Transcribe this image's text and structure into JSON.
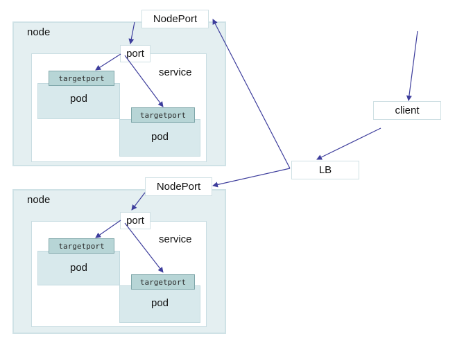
{
  "nodes": [
    {
      "label": "node",
      "nodeport": "NodePort",
      "port": "port",
      "service": "service",
      "pods": [
        {
          "targetport": "targetport",
          "label": "pod"
        },
        {
          "targetport": "targetport",
          "label": "pod"
        }
      ]
    },
    {
      "label": "node",
      "nodeport": "NodePort",
      "port": "port",
      "service": "service",
      "pods": [
        {
          "targetport": "targetport",
          "label": "pod"
        },
        {
          "targetport": "targetport",
          "label": "pod"
        }
      ]
    }
  ],
  "lb": "LB",
  "client": "client",
  "colors": {
    "arrow": "#3d3d9c",
    "node_fill": "#e4eff1",
    "pod_fill": "#d8e9ec",
    "targetport_fill": "#b7d5d6"
  }
}
